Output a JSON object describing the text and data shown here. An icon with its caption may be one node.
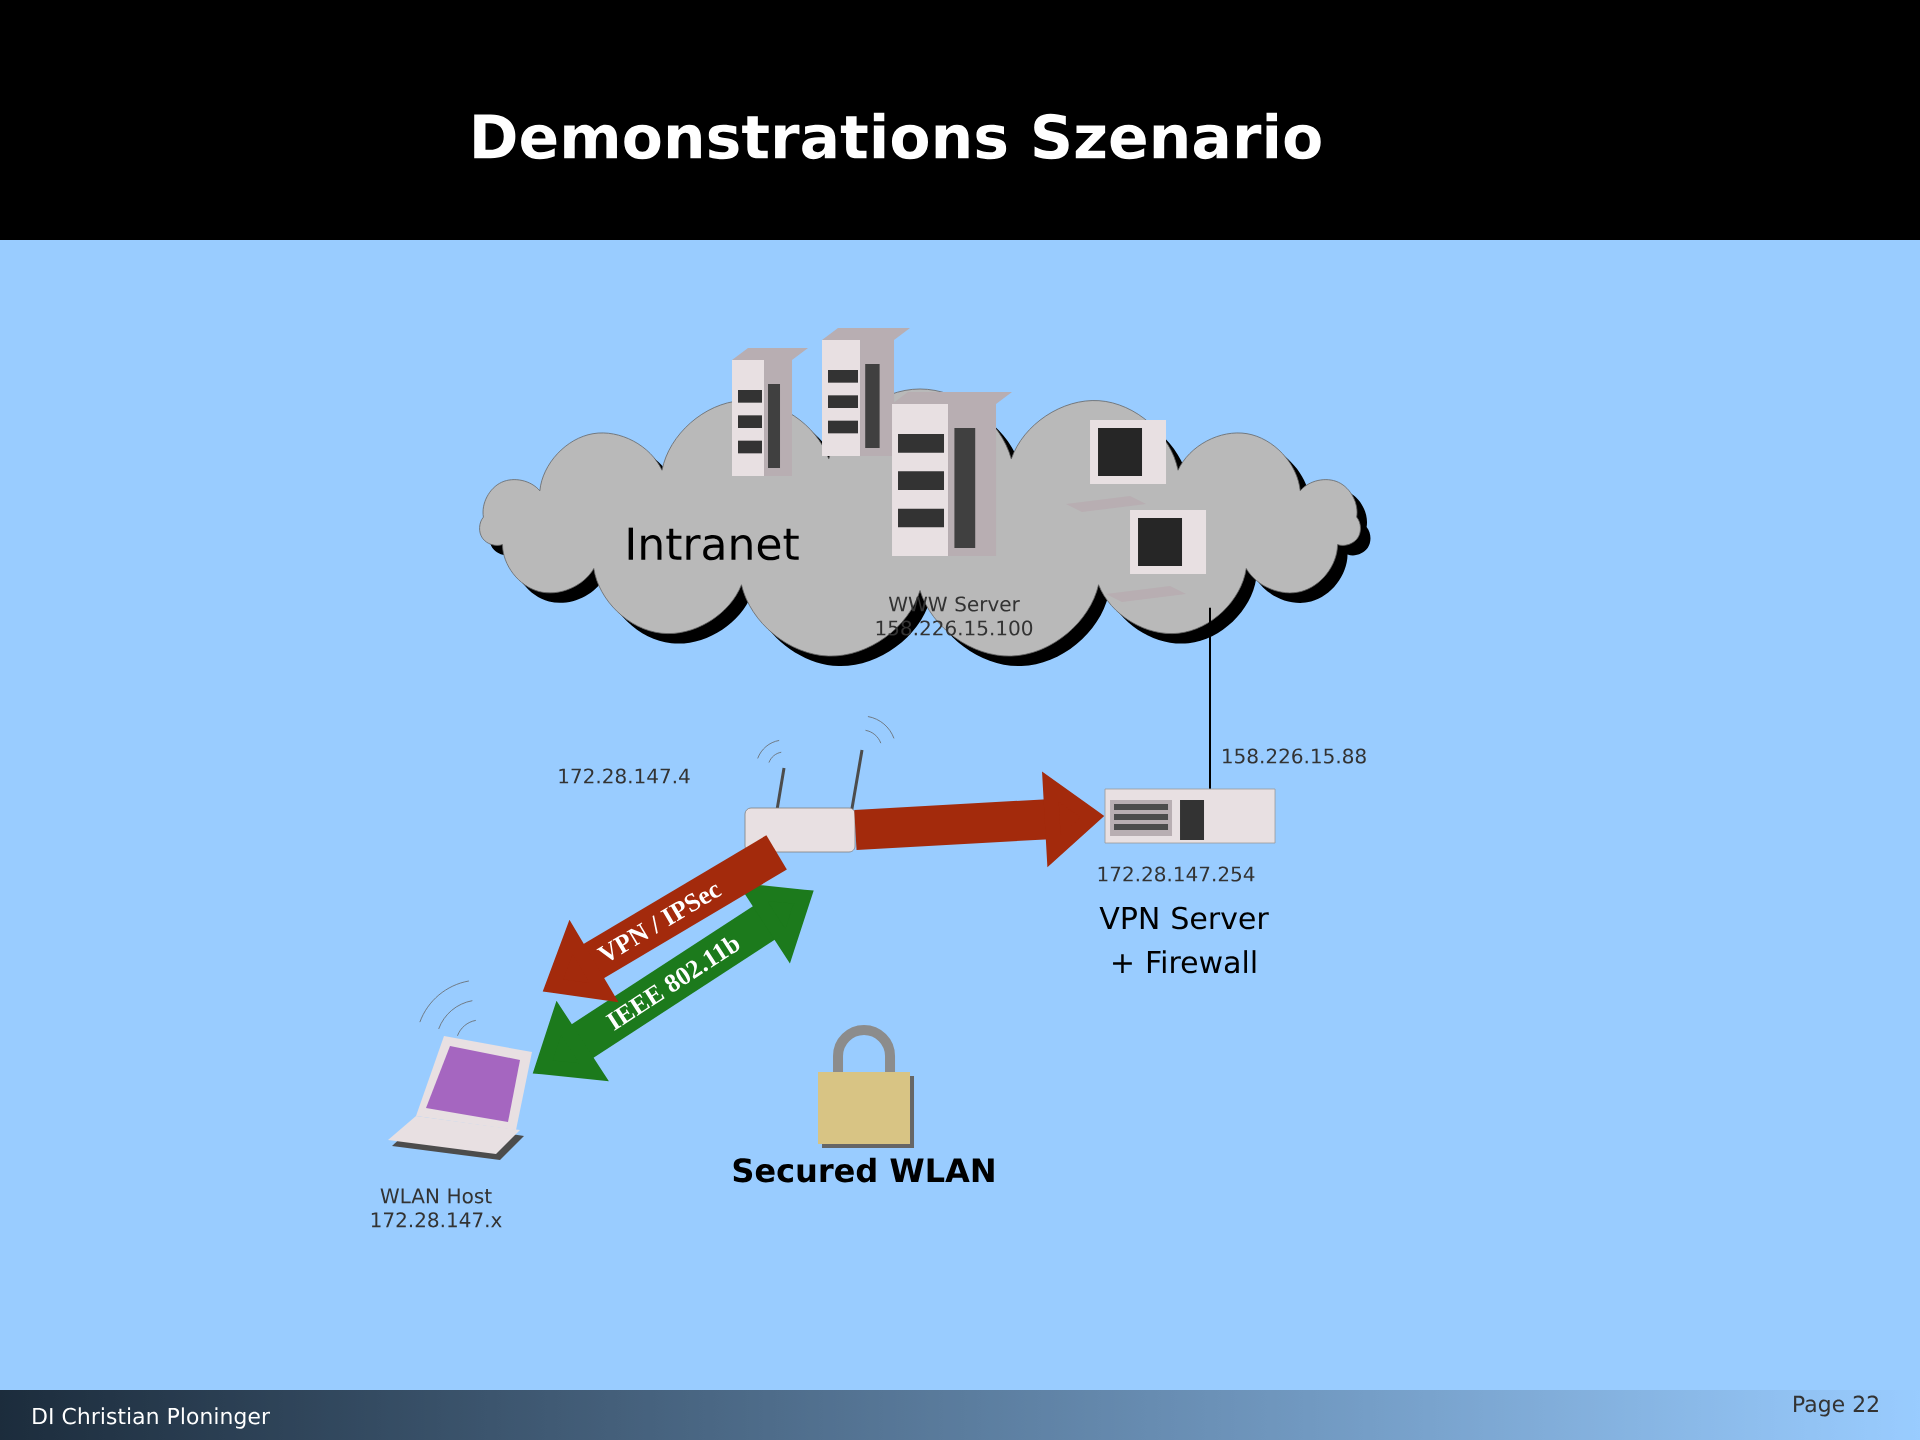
{
  "diagram": {
    "title": "Demonstrations Szenario",
    "nodes": [
      {
        "text": [
          "Intranet"
        ]
      },
      {
        "text": [
          "WWW Server 158.226.15.100"
        ]
      },
      {
        "text": [],
        "shape": "picture",
        "beside": [
          "172.28.147.4"
        ]
      },
      {
        "text": [
          "VPN Server + Firewall"
        ],
        "beside": [
          "158.226.15.88",
          "172.28.147.254"
        ]
      },
      {
        "text": [
          "WLAN Host 172.28.147.x"
        ]
      }
    ],
    "edges": [
      {
        "from": 0,
        "to": 3,
        "arrow": "none",
        "color": "#000000"
      },
      {
        "from": 4,
        "to": 2,
        "arrow": "both",
        "label": "IEEE 802.11b",
        "color": "#1c7a1c"
      },
      {
        "from": 2,
        "to": 4,
        "arrow": "to",
        "label": "VPN / IPSec",
        "color": "#a32a0c"
      },
      {
        "from": 2,
        "to": 3,
        "arrow": "to",
        "color": "#a32a0c"
      }
    ],
    "labels": [
      "Secured WLAN",
      "DI Christian Ploninger",
      "Page 22"
    ]
  }
}
